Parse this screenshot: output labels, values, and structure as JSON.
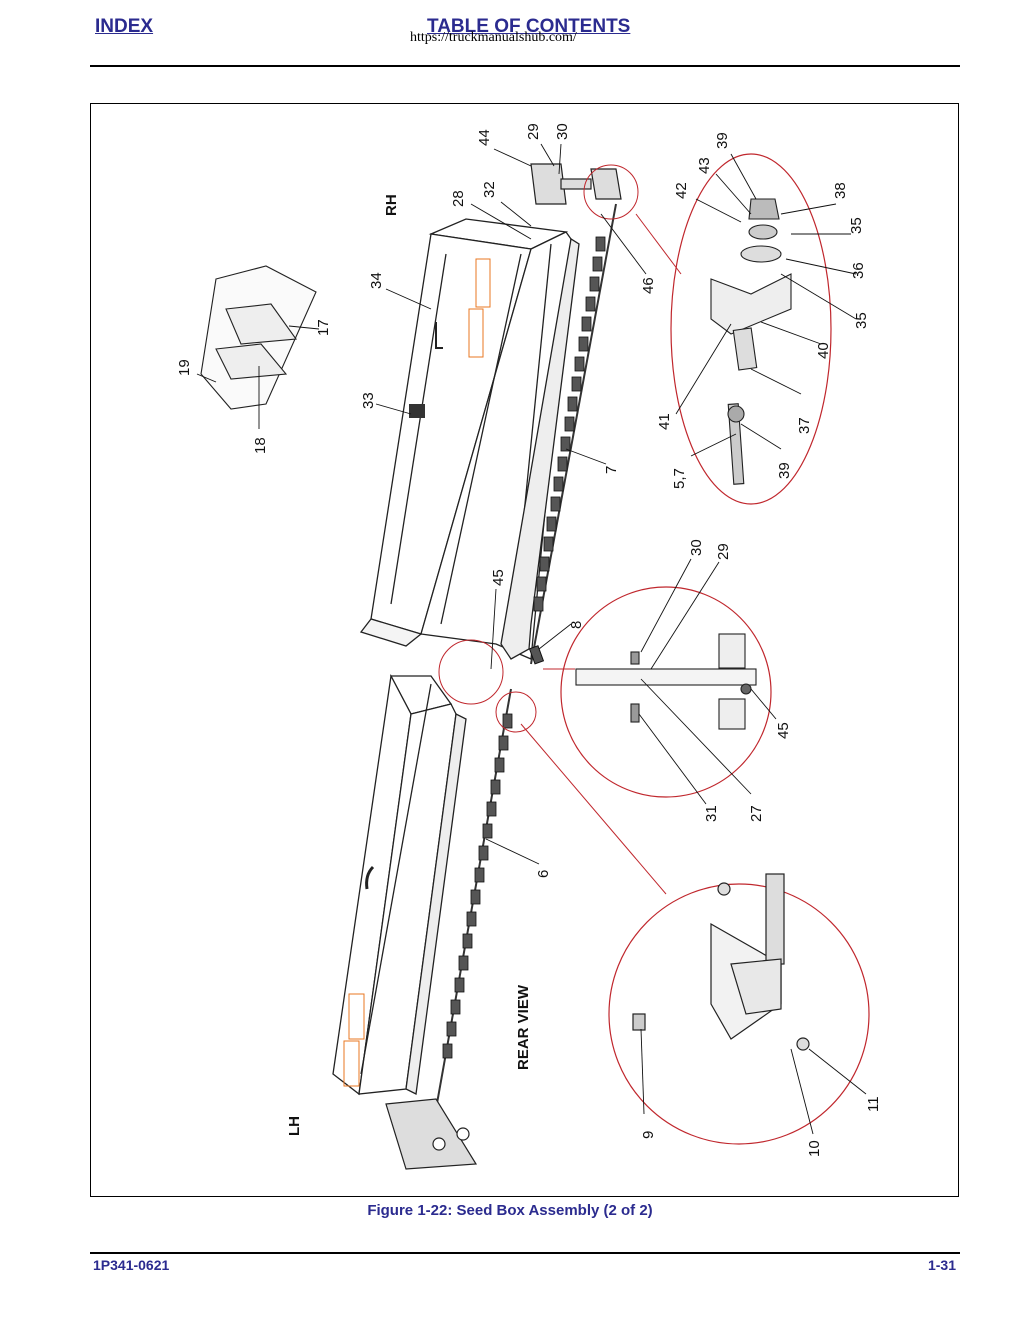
{
  "header": {
    "index_label": "INDEX",
    "toc_label": "TABLE OF CONTENTS",
    "url_watermark": "https://truckmanualshub.com/"
  },
  "figure": {
    "caption": "Figure 1-22:  Seed Box Assembly (2 of 2)",
    "labels": {
      "rh": "RH",
      "lh": "LH",
      "rear_view": "REAR VIEW"
    },
    "callouts": [
      "44",
      "29",
      "30",
      "32",
      "28",
      "34",
      "46",
      "42",
      "43",
      "39",
      "38",
      "35",
      "36",
      "35",
      "40",
      "37",
      "41",
      "39",
      "5,7",
      "17",
      "19",
      "18",
      "33",
      "7",
      "30",
      "29",
      "45",
      "8",
      "31",
      "27",
      "45",
      "6",
      "9",
      "10",
      "11"
    ]
  },
  "footer": {
    "part_number": "1P341-0621",
    "page_number": "1-31"
  },
  "colors": {
    "link_blue": "#2b2b8f",
    "detail_red": "#c0272d",
    "callout_blue": "#1e73be",
    "highlight_orange": "#e87722"
  }
}
